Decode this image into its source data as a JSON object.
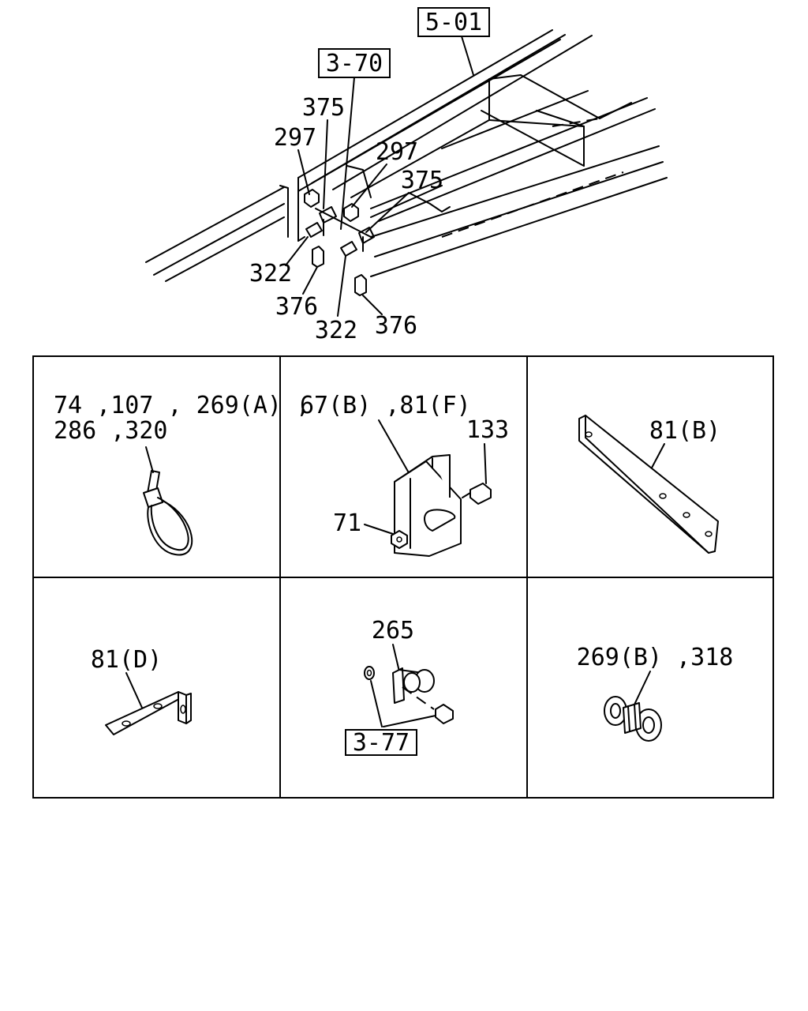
{
  "overview": {
    "ref_boxes": [
      "5-01",
      "3-70"
    ],
    "callouts": [
      "375",
      "297",
      "297",
      "375",
      "322",
      "376",
      "322",
      "376"
    ]
  },
  "grid": {
    "cells": [
      {
        "name": "cable-tie",
        "label_lines": [
          "74 ,107 , 269(A) ,",
          "286 ,320"
        ]
      },
      {
        "name": "bracket-assembly",
        "label_lines": [
          "67(B) ,81(F)"
        ],
        "callouts": [
          "133",
          "71"
        ]
      },
      {
        "name": "flat-strap",
        "label_lines": [
          "81(B)"
        ]
      },
      {
        "name": "angle-bracket",
        "label_lines": [
          "81(D)"
        ]
      },
      {
        "name": "clip-assembly",
        "label_lines": [
          "265"
        ],
        "ref_box": "3-77"
      },
      {
        "name": "double-clip",
        "label_lines": [
          "269(B) ,318"
        ]
      }
    ]
  }
}
